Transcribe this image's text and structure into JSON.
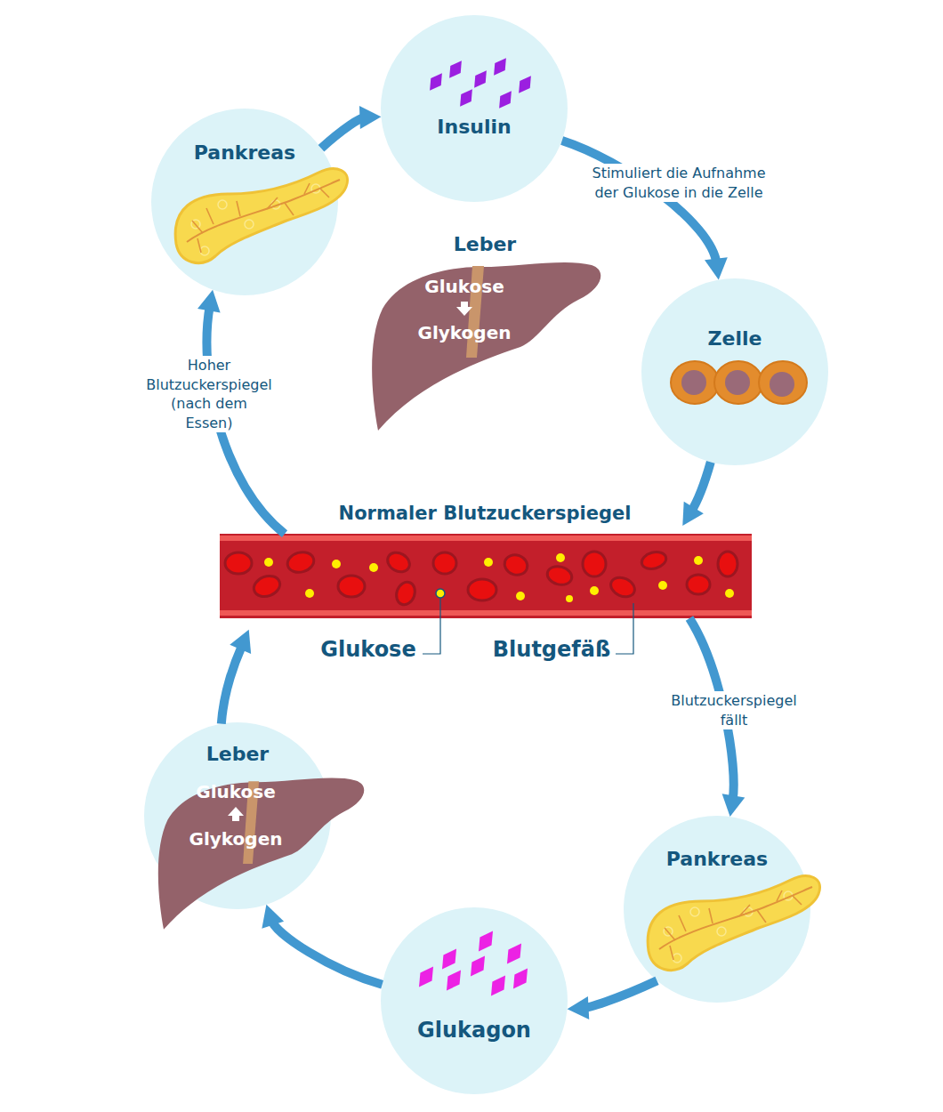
{
  "diagram": {
    "nodes": [
      {
        "text": [
          "Pankreas"
        ]
      },
      {
        "text": [
          "Insulin"
        ]
      },
      {
        "text": [
          "Zelle"
        ]
      },
      {
        "text": [
          "Leber",
          "Glukose",
          "Glykogen"
        ]
      },
      {
        "text": [
          "Normaler Blutzuckerspiegel"
        ]
      },
      {
        "text": [
          "Pankreas"
        ]
      },
      {
        "text": [
          "Glukagon"
        ]
      },
      {
        "text": [
          "Leber"
        ]
      },
      {
        "text": [
          "Glukose",
          "Glykogen"
        ],
        "in": 7
      }
    ],
    "edges": [
      {
        "from": 4,
        "to": 0,
        "arrow": "to",
        "label": "Hoher Blutzuckerspiegel (nach dem Essen)"
      },
      {
        "from": 0,
        "to": 1,
        "arrow": "to"
      },
      {
        "from": 1,
        "to": 2,
        "arrow": "to",
        "label": "Stimuliert die Aufnahme der Glukose in die Zelle"
      },
      {
        "from": 2,
        "to": 4,
        "arrow": "to"
      },
      {
        "from": 4,
        "to": 5,
        "arrow": "to",
        "label": "Blutzuckerspiegel fällt"
      },
      {
        "from": 5,
        "to": 6,
        "arrow": "to"
      },
      {
        "from": 6,
        "to": 7,
        "arrow": "to"
      },
      {
        "from": 7,
        "to": 4,
        "arrow": "to"
      }
    ],
    "labels": [
      "Glukose",
      "Blutgefäß"
    ]
  }
}
